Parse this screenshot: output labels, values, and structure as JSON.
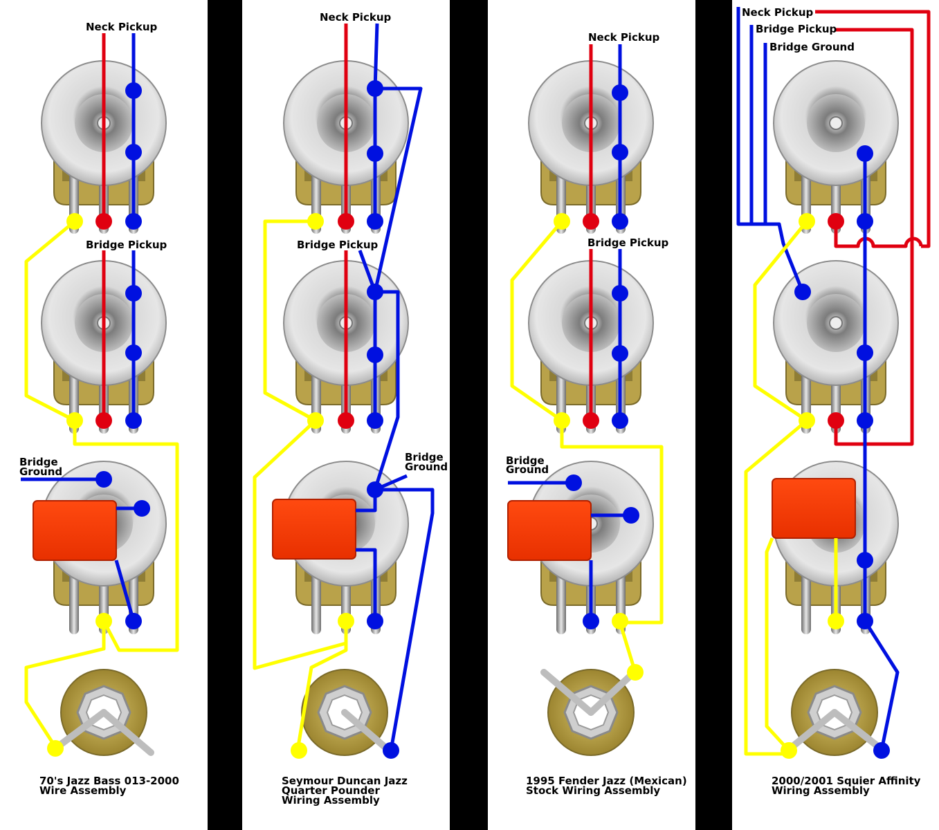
{
  "colors": {
    "hot": "#e00010",
    "ground": "#0010e0",
    "signal": "#ffff00",
    "capacitor": "#ff3a00",
    "jack": "#b09a3a",
    "panel": "#ffffff",
    "separator": "#000000"
  },
  "panels": [
    {
      "labels": {
        "neck": "Neck Pickup",
        "bridge": "Bridge Pickup",
        "ground_line1": "Bridge",
        "ground_line2": "Ground"
      },
      "caption": [
        "70's Jazz Bass 013-2000",
        "Wire Assembly"
      ]
    },
    {
      "labels": {
        "neck": "Neck Pickup",
        "bridge": "Bridge Pickup",
        "ground_line1": "Bridge",
        "ground_line2": "Ground"
      },
      "caption": [
        "Seymour Duncan Jazz",
        "Quarter Pounder",
        "Wiring Assembly"
      ]
    },
    {
      "labels": {
        "neck": "Neck Pickup",
        "bridge": "Bridge Pickup",
        "ground_line1": "Bridge",
        "ground_line2": "Ground"
      },
      "caption": [
        "1995 Fender Jazz (Mexican)",
        "Stock Wiring Assembly"
      ]
    },
    {
      "labels": {
        "neck": "Neck Pickup",
        "bridge": "Bridge Pickup",
        "ground": "Bridge Ground"
      },
      "caption": [
        "2000/2001 Squier Affinity",
        "Wiring Assembly"
      ]
    }
  ]
}
